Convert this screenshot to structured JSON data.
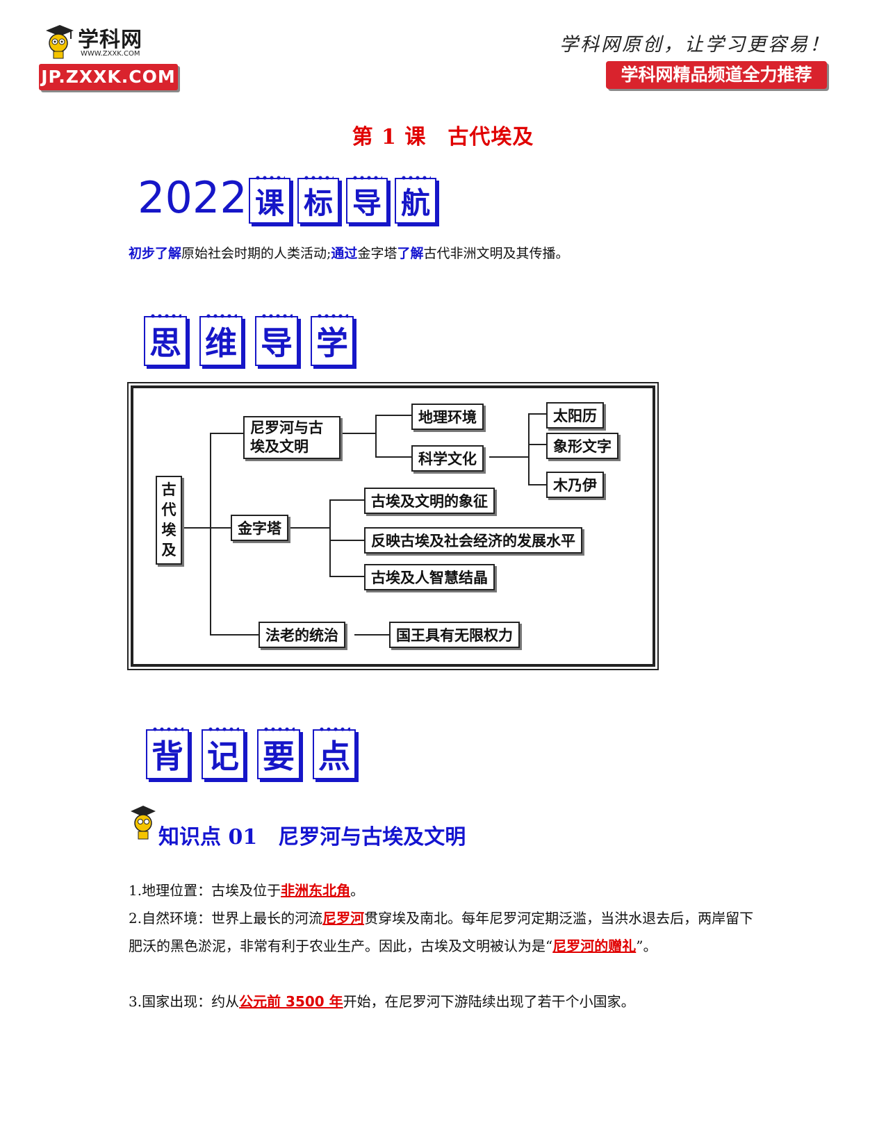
{
  "header": {
    "logo_name": "学科网",
    "logo_url": "WWW.ZXXK.COM",
    "logo_bar": "JP.ZXXK.COM",
    "slogan": "学科网原创，让学习更容易！",
    "slogan_bar": "学科网精品频道全力推荐"
  },
  "lesson_title": "第 1 课　古代埃及",
  "section1": {
    "year": "2022",
    "chars": [
      "课",
      "标",
      "导",
      "航"
    ]
  },
  "objective": {
    "kw1": "初步了解",
    "t1": "原始社会时期的人类活动;",
    "kw2": "通过",
    "t2": "金字塔",
    "kw3": "了解",
    "t3": "古代非洲文明及其传播。"
  },
  "section2": {
    "chars": [
      "思",
      "维",
      "导",
      "学"
    ]
  },
  "mindmap": {
    "root": "古代埃及",
    "branch1": "尼罗河与古埃及文明",
    "b1_geo": "地理环境",
    "b1_sci": "科学文化",
    "b1_sci_items": [
      "太阳历",
      "象形文字",
      "木乃伊"
    ],
    "branch2": "金字塔",
    "b2_items": [
      "古埃及文明的象征",
      "反映古埃及社会经济的发展水平",
      "古埃及人智慧结晶"
    ],
    "branch3": "法老的统治",
    "b3_item": "国王具有无限权力"
  },
  "section3": {
    "chars": [
      "背",
      "记",
      "要",
      "点"
    ]
  },
  "knowledge_point": {
    "title": "知识点 01　尼罗河与古埃及文明",
    "p1_a": "1.地理位置：古埃及位于",
    "p1_hl": "非洲东北角",
    "p1_b": "。",
    "p2_a": "2.自然环境：世界上最长的河流",
    "p2_hl1": "尼罗河",
    "p2_b": "贯穿埃及南北。每年尼罗河定期泛滥，当洪水退去后，两岸留下肥沃的黑色淤泥，非常有利于农业生产。因此，古埃及文明被认为是“",
    "p2_hl2": "尼罗河的赠礼",
    "p2_c": "”。",
    "p3_a": "3.国家出现：约从",
    "p3_hl": "公元前 3500 年",
    "p3_b": "开始，在尼罗河下游陆续出现了若干个小国家。"
  }
}
